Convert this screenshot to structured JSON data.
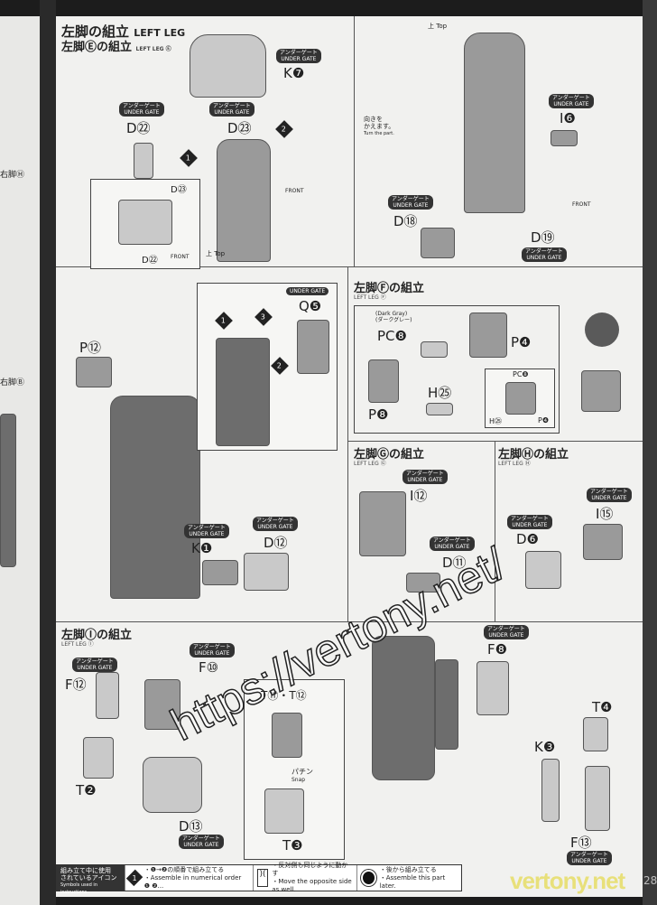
{
  "header": {
    "title_jp": "左脚の組立",
    "title_en": "LEFT LEG"
  },
  "under_gate": {
    "jp": "アンダーゲート",
    "en": "UNDER GATE"
  },
  "sections": {
    "e": {
      "title": "左脚Ⓔの組立",
      "sub": "LEFT LEG Ⓔ",
      "parts": [
        "K❼",
        "D㉒",
        "D㉓",
        "D㉓",
        "D㉒",
        "D⑱",
        "D⑲",
        "I❻"
      ],
      "front": "FRONT",
      "top_jp": "上",
      "top_en": "Top",
      "turn_jp1": "向きを",
      "turn_jp2": "かえます。",
      "turn_en": "Turn the part."
    },
    "mid": {
      "parts": [
        "P⑫",
        "Q❺",
        "K❶",
        "D⑫"
      ]
    },
    "f": {
      "title": "左脚Ⓕの組立",
      "sub": "LEFT LEG Ⓕ",
      "dark_gray_en": "(Dark Gray)",
      "dark_gray_jp": "(ダークグレー)",
      "parts": [
        "PC❽",
        "P❹",
        "P❽",
        "H㉕",
        "PC❽",
        "H㉕",
        "P❹"
      ]
    },
    "g": {
      "title": "左脚Ⓖの組立",
      "sub": "LEFT LEG Ⓖ",
      "parts": [
        "I⑫",
        "D⑪"
      ]
    },
    "h": {
      "title": "左脚Ⓗの組立",
      "sub": "LEFT LEG Ⓗ",
      "parts": [
        "D❻",
        "I⑮"
      ]
    },
    "i": {
      "title": "左脚Ⓘの組立",
      "sub": "LEFT LEG Ⓘ",
      "parts": [
        "F⑫",
        "F⑩",
        "T❷",
        "D⑬",
        "T⑪・T⑫",
        "T❸",
        "F❽",
        "T❹",
        "K❸",
        "F⑬"
      ],
      "snap_jp": "パチン",
      "snap_en": "Snap"
    }
  },
  "prev_page": {
    "labels": [
      "右脚Ⓗ",
      "右脚Ⓑ"
    ]
  },
  "legend": {
    "title_jp1": "組み立て中に使用",
    "title_jp2": "されているアイコン",
    "title_en": "Symbols used in instructions",
    "items": [
      {
        "jp": "・❶→❷の順番で組み立てる",
        "en": "・Assemble in numerical order ❶ ❷..."
      },
      {
        "jp": "・反対側も同じように動かす",
        "en": "・Move the opposite side as well."
      },
      {
        "jp": "・後から組み立てる",
        "en": "・Assemble this part later."
      }
    ]
  },
  "watermark": {
    "site": "vertony.net",
    "url": "https://vertony.net/"
  },
  "page_number": "28"
}
